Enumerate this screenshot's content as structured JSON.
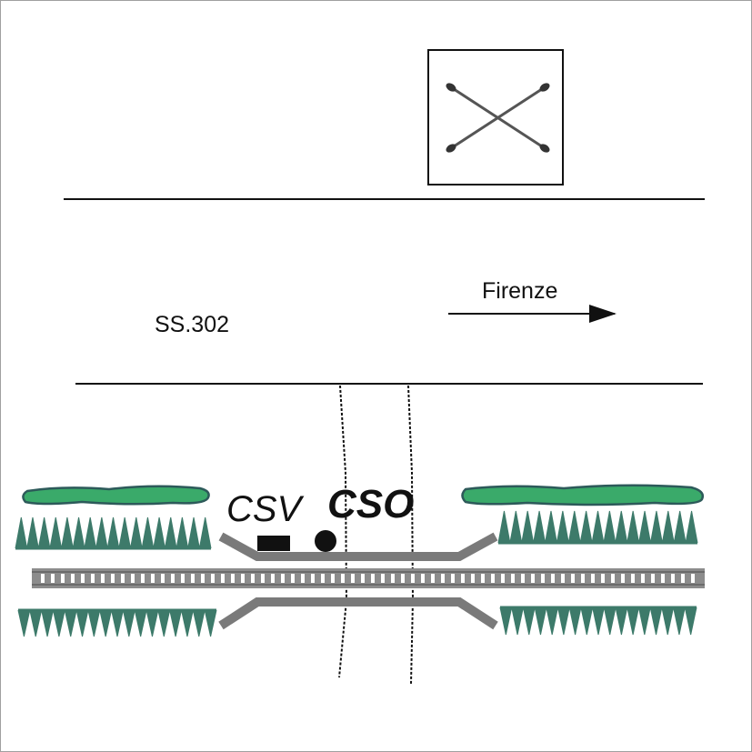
{
  "road": {
    "name": "SS.302"
  },
  "direction": {
    "label": "Firenze"
  },
  "stations": {
    "csv": "CSV",
    "cso": "CSO"
  },
  "colors": {
    "line": "#1a1a1a",
    "sleeper": "#8c8c8c",
    "platform": "#7a7a7a",
    "hedge_fill": "#3aaa6a",
    "hedge_stroke": "#2d5a5a",
    "spikes": "#3d7a6a"
  }
}
